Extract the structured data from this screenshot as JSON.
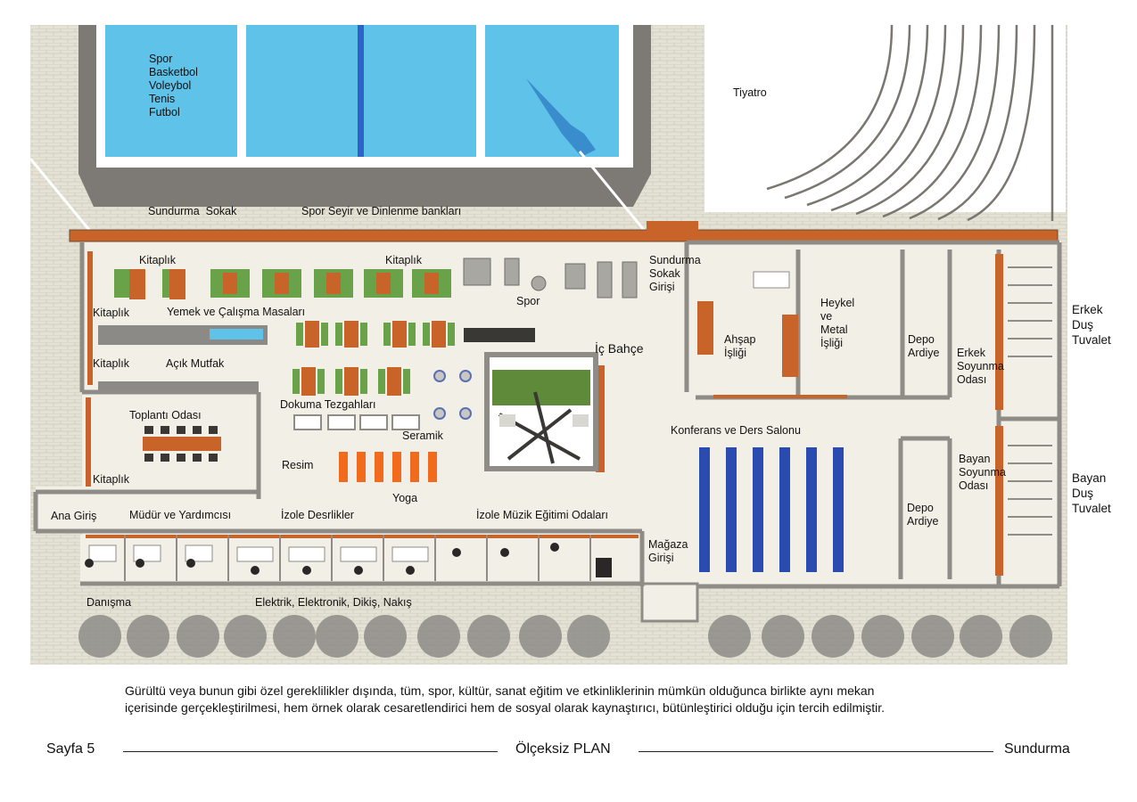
{
  "labels": {
    "sports": [
      "Spor",
      "Basketbol",
      "Voleybol",
      "Tenis",
      "Futbol"
    ],
    "theatre": "Tiyatro",
    "sundurma_street": "Sundurma  Sokak",
    "sports_benches": "Spor Seyir ve Dinlenme bankları",
    "library": "Kitaplık",
    "dining_tables": "Yemek ve Çalışma Masaları",
    "open_kitchen": "Açık Mutfak",
    "sport_area": "Spor",
    "street_entrance": [
      "Sundurma",
      "Sokak",
      "Girişi"
    ],
    "inner_garden": "İç Bahçe",
    "weaving": "Dokuma Tezgahları",
    "ceramics": "Seramik",
    "meeting_room": "Toplantı Odası",
    "painting": "Resim",
    "yoga": "Yoga",
    "wood_workshop": [
      "Ahşap",
      "İşliği"
    ],
    "sculpture_workshop": [
      "Heykel",
      "ve",
      "Metal",
      "İşliği"
    ],
    "storage": [
      "Depo",
      "Ardiye"
    ],
    "men_locker": [
      "Erkek",
      "Soyunma",
      "Odası"
    ],
    "men_shower": [
      "Erkek",
      "Duş",
      "Tuvalet"
    ],
    "conference": "Konferans ve Ders Salonu",
    "women_locker": [
      "Bayan",
      "Soyunma",
      "Odası"
    ],
    "women_shower": [
      "Bayan",
      "Duş",
      "Tuvalet"
    ],
    "main_entrance": "Ana Giriş",
    "director": "Müdür ve Yardımcısı",
    "isolated_lessons": "İzole Desrlikler",
    "music_rooms": "İzole Müzik Eğitimi Odaları",
    "shop_entrance": [
      "Mağaza",
      "Girişi"
    ],
    "information": "Danışma",
    "crafts": "Elektrik, Elektronik, Dikiş, Nakış"
  },
  "caption": "Gürültü veya bunun gibi özel gereklilikler dışında, tüm, spor, kültür, sanat eğitim ve etkinliklerinin mümkün olduğunca birlikte aynı mekan içerisinde gerçekleştirilmesi, hem örnek olarak cesaretlendirici hem de sosyal olarak kaynaştırıcı, bütünleştirici olduğu için tercih edilmiştir.",
  "footer": {
    "page": "Sayfa 5",
    "title": "Ölçeksiz PLAN",
    "project": "Sundurma"
  },
  "colors": {
    "pavement": "#e4e1d5",
    "floor": "#f2f0e6",
    "pool": "#5fc2e8",
    "wall": "#8f8b86",
    "wood": "#c8642a",
    "chair_green": "#6aa24a",
    "seat_blue": "#2a4bb0",
    "mat_orange": "#f26a1b",
    "tree": "#8e8c88"
  }
}
